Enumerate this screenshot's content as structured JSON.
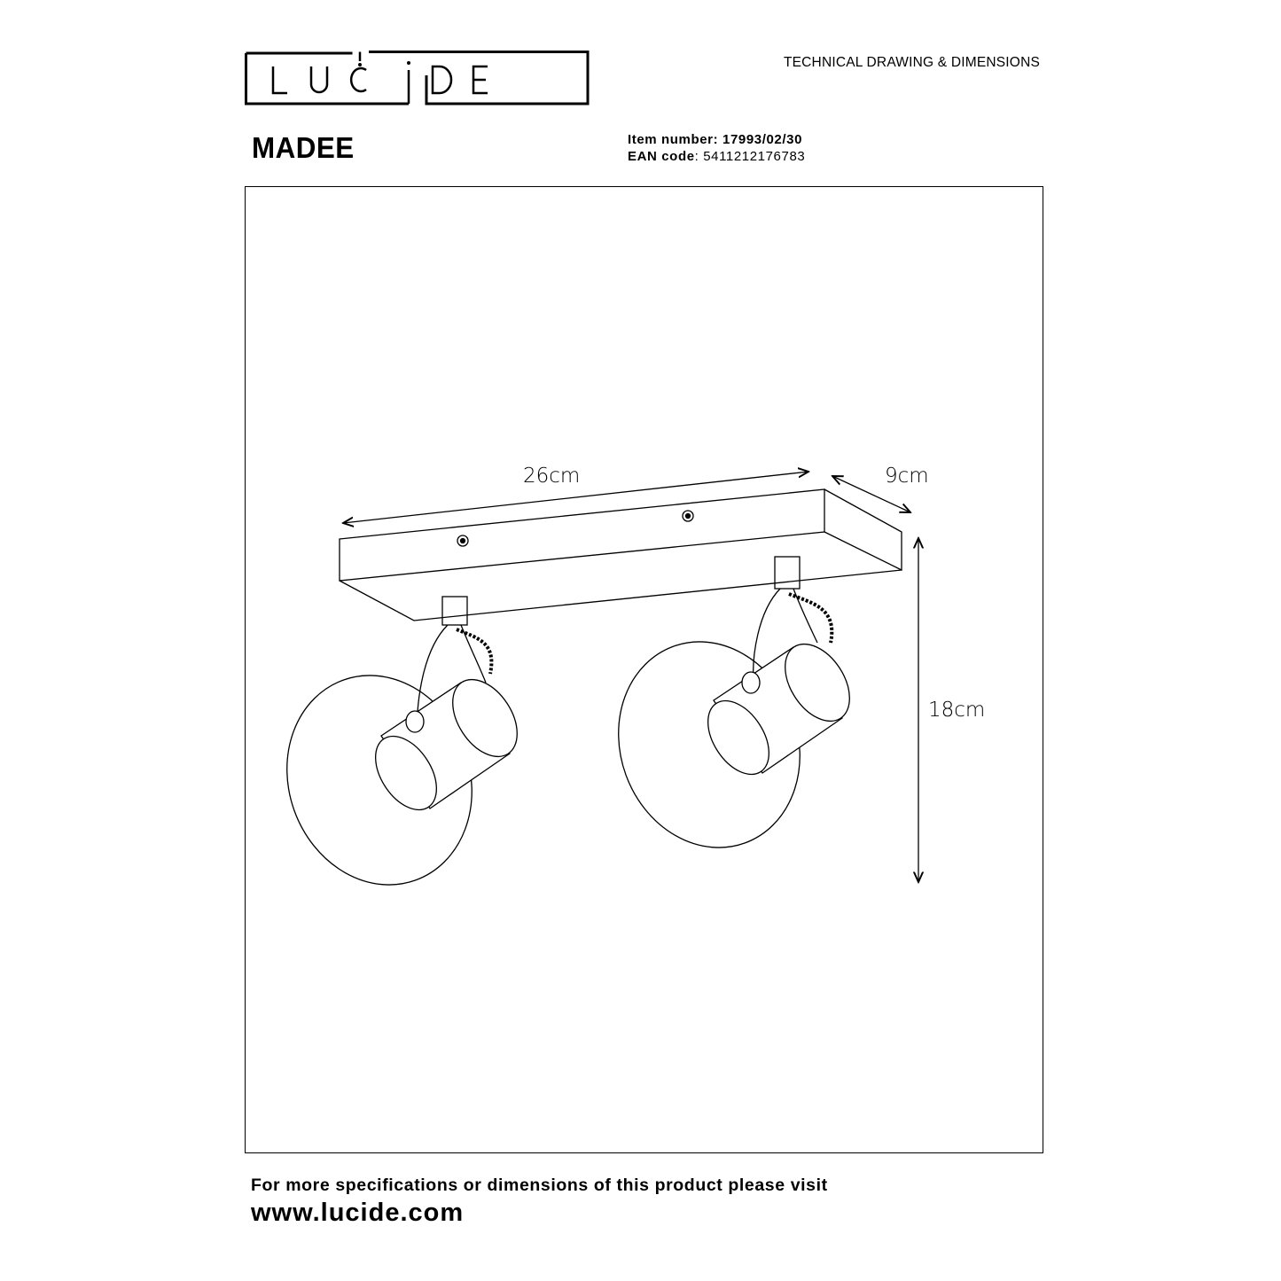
{
  "brand": {
    "logo_text": "LUCIDE"
  },
  "header": {
    "doc_type": "TECHNICAL DRAWING & DIMENSIONS"
  },
  "product": {
    "name": "MADEE",
    "item_number_label": "Item number:",
    "item_number": "17993/02/30",
    "ean_label": "EAN code",
    "ean": ": 5411212176783"
  },
  "dimensions": {
    "width": "26cm",
    "depth": "9cm",
    "height": "18cm"
  },
  "footer": {
    "text": "For more specifications or dimensions of this product please visit",
    "url": "www.lucide.com"
  }
}
